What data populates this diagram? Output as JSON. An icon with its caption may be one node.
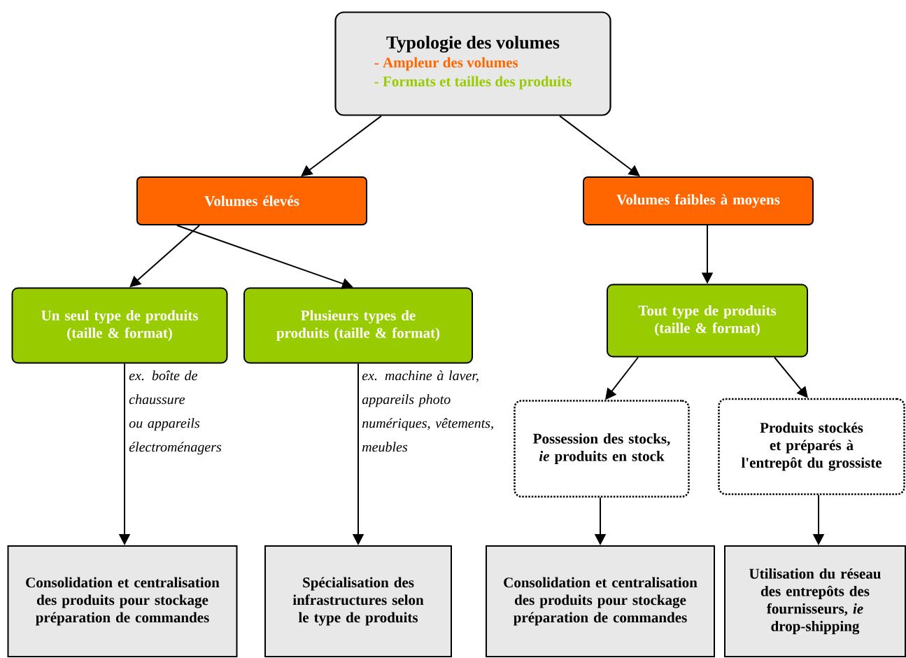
{
  "diagram": {
    "nodes": [
      {
        "text": [
          "Typologie des volumes",
          "- Ampleur des volumes",
          "- Formats et tailles des produits"
        ]
      },
      {
        "text": [
          "Volumes élevés"
        ]
      },
      {
        "text": [
          "Volumes faibles à moyens"
        ]
      },
      {
        "text": [
          "Un seul type de produits (taille & format)"
        ]
      },
      {
        "text": [
          "Plusieurs types de produits (taille & format)"
        ]
      },
      {
        "text": [
          "Tout type de produits (taille  & format)"
        ]
      },
      {
        "text": [
          "Possession des stocks, *ie* produits en stock"
        ]
      },
      {
        "text": [
          "Produits stockés et préparés à l'entrepôt du grossiste"
        ]
      },
      {
        "text": [
          "Consolidation et centralisation des produits pour stockage préparation de commandes"
        ]
      },
      {
        "text": [
          "Spécialisation des infrastructures selon le type de produits"
        ]
      },
      {
        "text": [
          "Consolidation et centralisation des produits pour stockage préparation de commandes"
        ]
      },
      {
        "text": [
          "Utilisation du réseau des entrepôts des fournisseurs, *ie* drop-shipping"
        ]
      }
    ],
    "edges": [
      {
        "from": 0,
        "to": 1,
        "arrow": "to"
      },
      {
        "from": 0,
        "to": 2,
        "arrow": "to"
      },
      {
        "from": 1,
        "to": 3,
        "arrow": "to"
      },
      {
        "from": 1,
        "to": 4,
        "arrow": "to"
      },
      {
        "from": 2,
        "to": 5,
        "arrow": "to"
      },
      {
        "from": 5,
        "to": 6,
        "arrow": "to"
      },
      {
        "from": 5,
        "to": 7,
        "arrow": "to"
      },
      {
        "from": 3,
        "to": 8,
        "arrow": "to",
        "label": "ex. boîte de chaussure ou appareils électroménagers"
      },
      {
        "from": 4,
        "to": 9,
        "arrow": "to",
        "label": "ex. machine à laver, appareils photo numériques, vêtements, meubles"
      },
      {
        "from": 6,
        "to": 10,
        "arrow": "to"
      },
      {
        "from": 7,
        "to": 11,
        "arrow": "to"
      }
    ]
  }
}
